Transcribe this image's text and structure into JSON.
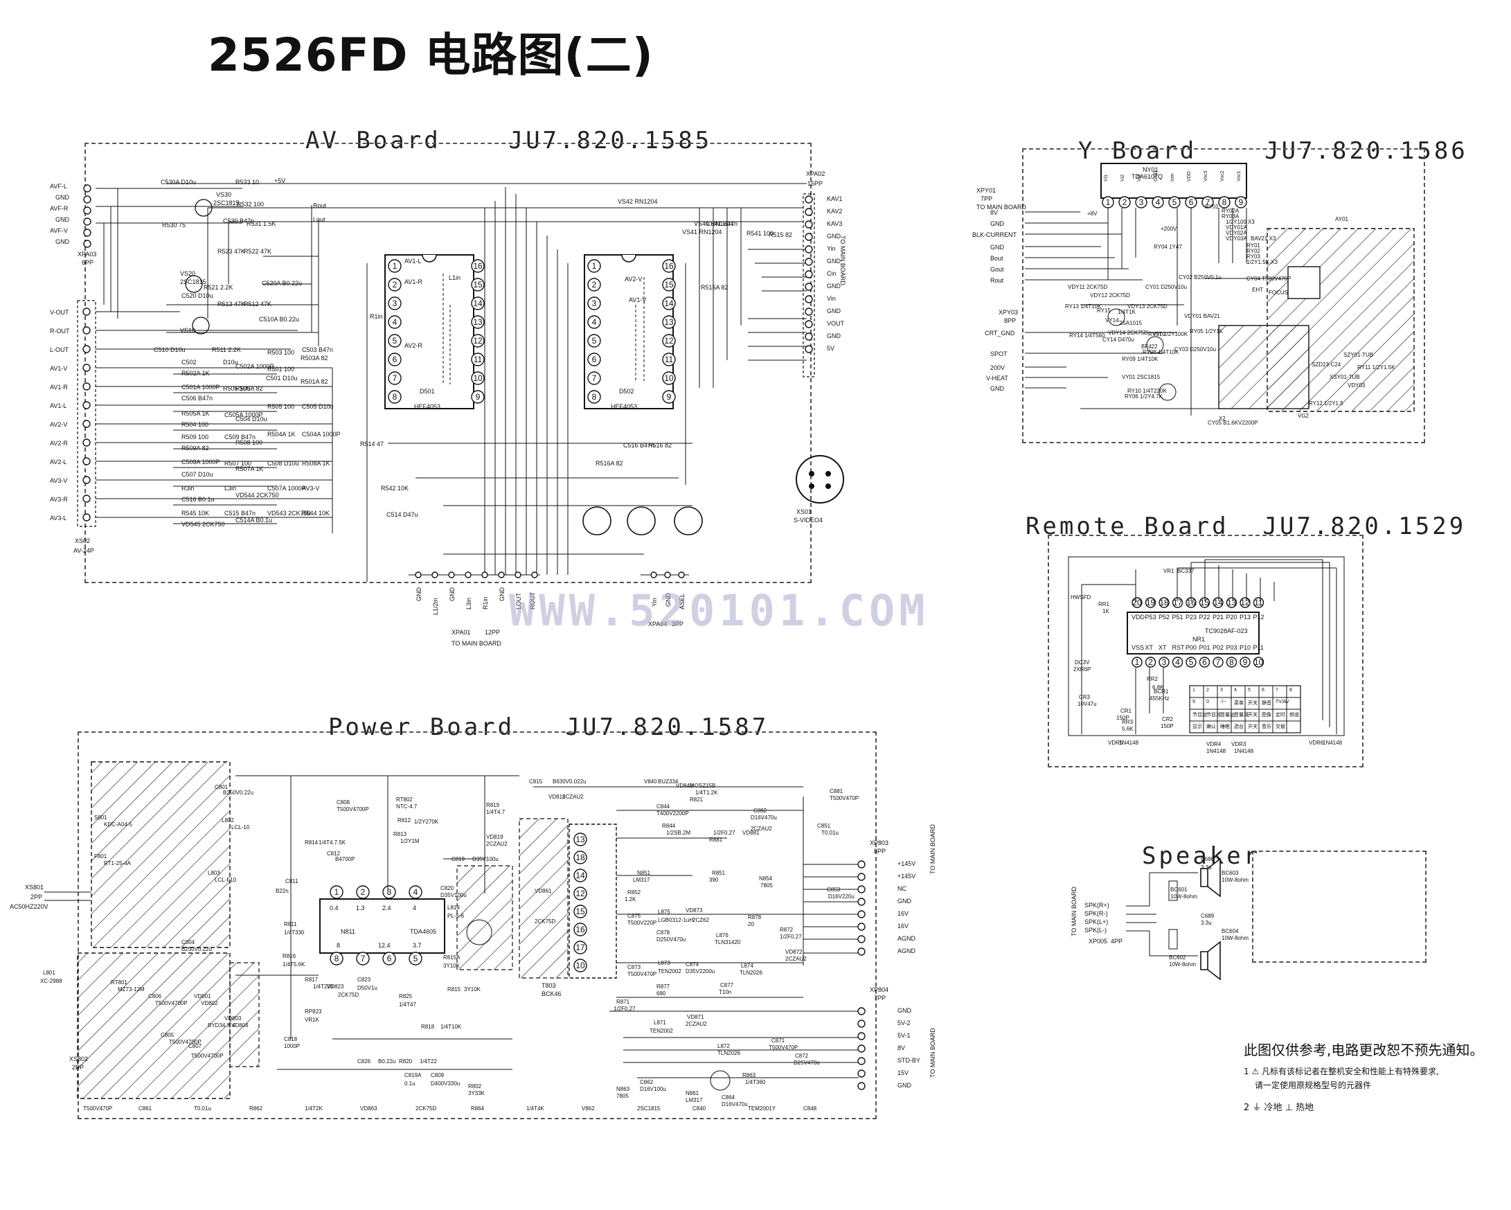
{
  "title": "2526FD 电路图(二)",
  "watermark": "WWW.520101.COM",
  "boards": {
    "av": {
      "name": "AV Board",
      "code": "JU7.820.1585",
      "connectors": {
        "xpa03": "XPA03",
        "xpa03_pins": "6PP",
        "xs02": "XS02",
        "xs02_type": "AV-24P",
        "xpa02": "XPA02",
        "xpa02_pins": "15PP",
        "xpa01": "XPA01",
        "xpa01_pins": "12PP",
        "xpa04": "XPA04",
        "xpa04_pins": "3PP",
        "xs01": "XS01",
        "xs01_type": "S-VIDEO4",
        "to_main_board": "TO MAIN BOARD"
      },
      "left_pins_top": [
        "AVF-L",
        "GND",
        "AVF-R",
        "GND",
        "AVF-V",
        "GND"
      ],
      "left_pins": [
        "V-OUT",
        "R-OUT",
        "L-OUT",
        "AV1-V",
        "AV1-R",
        "AV1-L",
        "AV2-V",
        "AV2-R",
        "AV2-L",
        "AV3-V",
        "AV3-R",
        "AV3-L"
      ],
      "right_pins": [
        "KAV1",
        "KAV2",
        "KAV3",
        "GND",
        "Yin",
        "GND",
        "Cin",
        "GND",
        "Vin",
        "GND",
        "VOUT",
        "GND",
        "5V"
      ],
      "bottom_pins": [
        "GND",
        "L1/2in",
        "GND",
        "L3in",
        "R1in",
        "GND",
        "LOUT",
        "ROUT"
      ],
      "bottom_pins_b": [
        "Yin",
        "GND",
        "ASEL"
      ],
      "ics": {
        "d501": "D501",
        "d501_part": "HEF4053",
        "d502": "D502",
        "d502_part": "HEF4053",
        "d501_switches": [
          "AV1-L",
          "AV1-R",
          "AV2-R",
          "L1in",
          "R1in"
        ],
        "d502_switches": [
          "AV2-V",
          "AV1-V"
        ]
      },
      "ic_pins_left": [
        "1",
        "2",
        "3",
        "4",
        "5",
        "6",
        "7",
        "8"
      ],
      "ic_pins_right": [
        "16",
        "15",
        "14",
        "13",
        "12",
        "11",
        "10",
        "9"
      ],
      "components": [
        "C530A D10u",
        "R533 10",
        "+5V",
        "VS30",
        "2SC1815",
        "R532 100",
        "C530 B47n",
        "R530 75",
        "R531 1.5K",
        "Rout",
        "Lout",
        "R523 47K",
        "R522 47K",
        "C520A B0.22u",
        "VS20",
        "2SC1815",
        "C520 D10u",
        "R521 2.2K",
        "R513 47K",
        "R512 47K",
        "C510A B0.22u",
        "VS10",
        "C510 D10u",
        "R511 2.2K",
        "R503 100",
        "C503 B47n",
        "R503A 82",
        "C502",
        "D10u",
        "R502A 1K",
        "C502A 1000P",
        "R501 100",
        "C501 D10u",
        "R501A 82",
        "C501A 1000P",
        "R506 100",
        "C506 B47n",
        "R505A 82",
        "R505 100",
        "C505 D10u",
        "R505A 1K",
        "C505A 1000P",
        "R504 100",
        "C504 D10u",
        "R504A 1K",
        "C504A 1000P",
        "R509 100",
        "C509 B47n",
        "R509A 82",
        "R508 100",
        "C508 D10u",
        "R508A 1K",
        "C508A 1000P",
        "R507 100",
        "C507 D10u",
        "R507A 1K",
        "C507A 1000P",
        "AV3-V",
        "R3in",
        "L3in",
        "C516 B0.1u",
        "VD544 2CK750",
        "VD543 2CK750",
        "R544 10K",
        "R545 10K",
        "C515 B47n",
        "VD545 2CK750",
        "C514A B0.1u",
        "R514 47",
        "R542 10K",
        "C514 D47u",
        "VS42 RN1204",
        "VS41 RN1204",
        "VS40 RN1204",
        "C541 B47n",
        "R541 100",
        "R515 82",
        "R515A 82",
        "C516 B47n",
        "R516 82",
        "R516A 82"
      ]
    },
    "y": {
      "name": "Y Board",
      "code": "JU7.820.1586",
      "ic": "NY01",
      "ic_part": "TDA6107Q",
      "ic_pins": [
        "1",
        "2",
        "3",
        "4",
        "5",
        "6",
        "7",
        "8",
        "9"
      ],
      "ic_pin_names": [
        "Vi1",
        "Vi2",
        "Vi3",
        "GND",
        "Iom",
        "VDD",
        "Voc3",
        "Voc2",
        "Voc1"
      ],
      "connectors": {
        "xpy01": "XPY01",
        "xpy01_pins": "7PP",
        "to_main": "TO MAIN BOARD",
        "xpy03": "XPY03",
        "xpy03_pins": "8PP"
      },
      "left_pins": [
        "8V",
        "GND",
        "BLK-CURRENT",
        "GND",
        "Bout",
        "Gout",
        "Rout"
      ],
      "left_pins_b": [
        "CRT_GND",
        "SPOT",
        "200V",
        "V-HEAT",
        "GND"
      ],
      "components": [
        "+8V",
        "+200V",
        "RY04 1Y47",
        "CY02 B250V0.1u",
        "RY01",
        "RY02A",
        "RY03A",
        "1/2Y100 X3",
        "VDY01A",
        "VDY02A",
        "VDY03A",
        "BAV21 X3",
        "RY01",
        "RY02",
        "RY03",
        "1/2Y1.5K X3",
        "AY01",
        "VDY11 2CK75D",
        "VDY12 2CK75D",
        "RY13 1/4T10K",
        "RY15",
        "1/4T1K",
        "VDY13 2CK75D",
        "CY01 D250V10u",
        "VY14",
        "2SA1015",
        "RY14 1/4T560",
        "VDY14 2CK75D",
        "CY14 D470u",
        "RY07 1/2Y100K",
        "VY02",
        "BF422",
        "RY08 1/4T10K",
        "RY09 1/4T10K",
        "VY01 2SC1815",
        "RY10 1/4T220K",
        "RY06 1/2Y4.7K",
        "CY03 D250V10u",
        "RY05 1/2Y1K",
        "VDY01 BAV21",
        "CY04 T500V470P",
        "EHT",
        "FOCUS",
        "RY11 1/2Y1.5K",
        "XSY01-TUB",
        "SZY01-TUB",
        "VDY03",
        "SZD23-C24",
        "RY12 1/2Y1.5",
        "X2",
        "CY05 B1.6KV2200P",
        "VG2"
      ]
    },
    "remote": {
      "name": "Remote Board",
      "code": "JU7.820.1529",
      "ic": "NR1",
      "ic_part": "TC9028AF-023",
      "ic_top_pins": [
        "20",
        "19",
        "18",
        "17",
        "16",
        "15",
        "14",
        "13",
        "12",
        "11"
      ],
      "ic_top_names": [
        "VDD",
        "P53",
        "P52",
        "P51",
        "P23",
        "P22",
        "P21",
        "P20",
        "P13",
        "P12"
      ],
      "ic_bottom_pins": [
        "1",
        "2",
        "3",
        "4",
        "5",
        "6",
        "7",
        "8",
        "9",
        "10"
      ],
      "ic_bottom_names": [
        "VSS",
        "XT",
        "XT",
        "RST",
        "P00",
        "P01",
        "P02",
        "P03",
        "P10",
        "P11"
      ],
      "keys_row1": [
        "1",
        "2",
        "3",
        "4",
        "5",
        "6",
        "7",
        "8"
      ],
      "keys_row2": [
        "9",
        "0",
        "-/--",
        "菜单",
        "开关",
        "静音",
        "TV/AV",
        ""
      ],
      "keys_row3": [
        "节目加",
        "节目减",
        "音量加",
        "音量减",
        "开关",
        "图像",
        "定时",
        "频道"
      ],
      "keys_row4": [
        "显示",
        "确认",
        "睡眠",
        "选台",
        "开关",
        "音乐",
        "交替",
        ""
      ],
      "components": [
        "VR1",
        "BC337",
        "HWSFD",
        "RR1",
        "1K",
        "DC3V",
        "2XR6P",
        "CR3",
        "10V47u",
        "BCR1",
        "455KHz",
        "RR2",
        "6.8K",
        "CR1",
        "150P",
        "CR2",
        "150P",
        "RR3",
        "5.6K",
        "VDR5",
        "1N4148",
        "VDR4",
        "1N4148",
        "VDR3",
        "1N4148",
        "VDR6",
        "1N4148"
      ]
    },
    "speaker": {
      "name": "Speaker",
      "pins": [
        "SPK(R+)",
        "SPK(R-)",
        "SPK(L+)",
        "SPK(L-)"
      ],
      "connector": "XP005",
      "connector_pins": "4PP",
      "to_main": "TO MAIN BOARD",
      "components": [
        "C688",
        "3.3u",
        "BC603",
        "10W-8ohm",
        "BC601",
        "10W-8ohm",
        "C689",
        "3.3u",
        "BC604",
        "10W-8ohm",
        "BC602",
        "10W-8ohm"
      ]
    },
    "power": {
      "name": "Power Board",
      "code": "JU7.820.1587",
      "ic": "N811",
      "ic_part": "TDA4605",
      "ic_top_pins": [
        "1",
        "2",
        "3",
        "4"
      ],
      "ic_bottom_pins": [
        "8",
        "7",
        "6",
        "5"
      ],
      "ic_internal": [
        "0.4",
        "1.3",
        "2.4",
        "4",
        "8",
        "12.4",
        "3.7"
      ],
      "transformer": "T803",
      "transformer_part": "BCK46",
      "transformer_pins": [
        "13",
        "18",
        "14",
        "12",
        "15",
        "16",
        "17",
        "10"
      ],
      "connectors": {
        "xs801": "XS801",
        "xs801_pins": "2PP",
        "ac": "AC50HZ220V",
        "xs802": "XS802",
        "xs802_pins": "2PP",
        "xp803": "XP803",
        "xp803_pins": "8PP",
        "xp804": "XP804",
        "xp804_pins": "7PP",
        "to_main": "TO MAIN BOARD"
      },
      "right_pins_a": [
        "+145V",
        "+145V",
        "NC",
        "GND",
        "16V",
        "16V",
        "AGND",
        "AGND"
      ],
      "right_pins_b": [
        "GND",
        "5V-2",
        "5V-1",
        "8V",
        "STD-BY",
        "15V",
        "GND"
      ],
      "components": [
        "S801",
        "KDC-A04-5",
        "F801",
        "RT1-25-4A",
        "C801",
        "B250V0.22u",
        "L802",
        "LCL-10",
        "L803",
        "LCL-F10",
        "C804",
        "B250V0.22u",
        "L801",
        "XC-2988",
        "RT801",
        "MZ73-12M",
        "C806",
        "T500V4700P",
        "C805",
        "T500V4700P",
        "VD801",
        "VD802",
        "BYD34 X 4",
        "VD803",
        "VD804",
        "C807",
        "T500V4700P",
        "C808",
        "T500V4700P",
        "RT802",
        "NTC-4.7",
        "R812",
        "1/2Y270K",
        "R813",
        "1/2Y1M",
        "R814",
        "1/4T4.7.5K",
        "C812",
        "B4700P",
        "C811",
        "B22n",
        "R811",
        "1/4T330",
        "R816",
        "1/4T5.6K",
        "R817",
        "1/4T220",
        "RP823",
        "VR1K",
        "C823",
        "D50V1u",
        "VD823",
        "2CK75D",
        "R825",
        "1/4T47",
        "R818",
        "1/4T10K",
        "C818",
        "1000P",
        "C826",
        "B0.22u",
        "R820",
        "1/4T22",
        "C819A",
        "0.1u",
        "C809",
        "D400V330u",
        "R802",
        "3Y33K",
        "R819",
        "1/4T4.7",
        "VD819",
        "2CZAU2",
        "C819",
        "D35V100u",
        "C820",
        "D35V100u",
        "L819",
        "PL-5-6",
        "R815A",
        "3Y10K",
        "R815",
        "3Y10K",
        "C815",
        "B630V0.022u",
        "VD815",
        "2CZAU2",
        "V840",
        "BUZ334",
        "VD840",
        "MOSZ15B",
        "R821",
        "1/4T1.2K",
        "C844",
        "T400V2200P",
        "R844",
        "1/2SB.2M",
        "R881",
        "1/2F0.27",
        "VD881",
        "2CZAU2",
        "C882",
        "D16V470u",
        "C881",
        "T500V470P",
        "C851",
        "T0.01u",
        "N851",
        "LM317",
        "R852",
        "1.2K",
        "R851",
        "390",
        "N854",
        "7805",
        "C853",
        "D16V220u",
        "C875",
        "T500V220P",
        "L875",
        "LGB0312-1uH",
        "VD873",
        "2CZ62",
        "C878",
        "D250V470u",
        "L876",
        "TLN31420",
        "R878",
        "20",
        "R872",
        "1/2F0.27",
        "VD872",
        "2CZAU2",
        "C873",
        "T500V470P",
        "L873",
        "TEN2002",
        "C874",
        "D35V2200u",
        "L874",
        "TLN2026",
        "R877",
        "680",
        "C877",
        "T10n",
        "R871",
        "1/2F0.27",
        "L871",
        "TEN2002",
        "VD871",
        "2CZAU2",
        "L872",
        "TLN2026",
        "C871",
        "T500V470P",
        "C872",
        "D25V470u",
        "N863",
        "7805",
        "C862",
        "D16V100u",
        "N861",
        "LM317",
        "R863",
        "1/4T360",
        "C864",
        "D16V470u",
        "VD861",
        "2CK75D",
        "C861",
        "T0.01u",
        "R862",
        "1/4T2K",
        "VD863",
        "2CK75D",
        "R864",
        "1/4T4K",
        "V862",
        "2SC1815",
        "C840",
        "TEM2001Y",
        "C848",
        "T500V470P"
      ]
    }
  },
  "notes": {
    "line1": "此图仅供参考,电路更改恕不预先通知。",
    "line2": "1 ⚠ 凡标有该标记者在整机安全和性能上有特殊要求,",
    "line3": "请一定使用原规格型号的元器件",
    "line4": "2 ⏚ 冷地  ⊥ 热地"
  },
  "colors": {
    "ink": "#111111",
    "watermark": "#aaaacd"
  }
}
